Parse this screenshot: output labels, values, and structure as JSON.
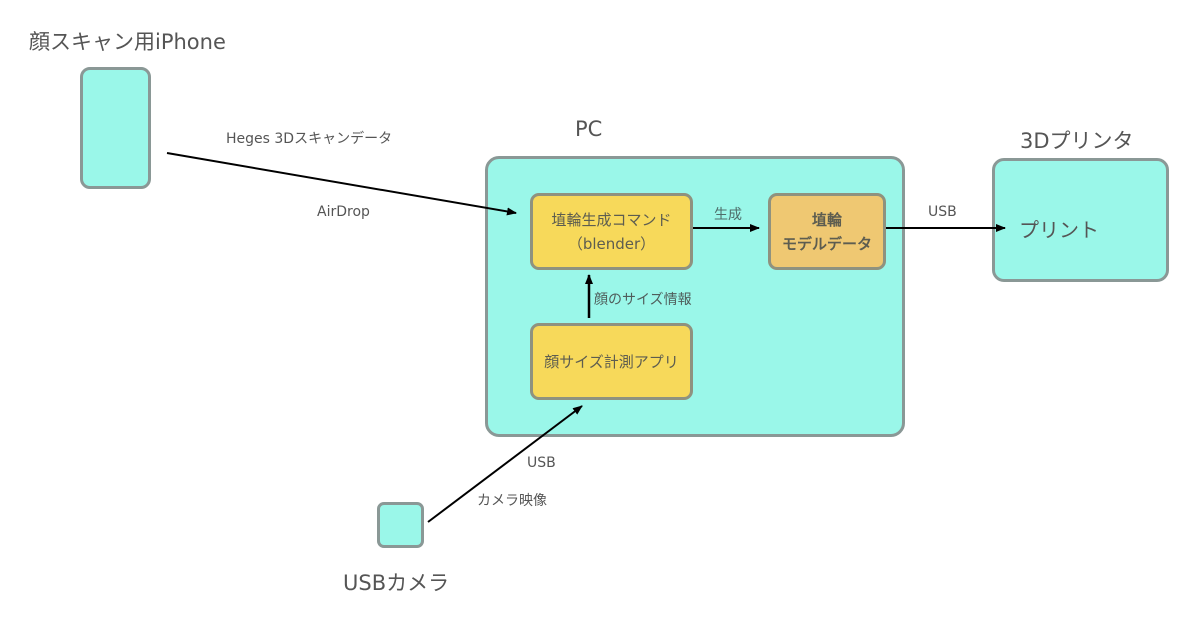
{
  "nodes": {
    "iphone": {
      "title": "顔スキャン用iPhone"
    },
    "pc": {
      "title": "PC"
    },
    "printer": {
      "title": "3Dプリンタ",
      "inner_label": "プリント"
    },
    "usb_camera": {
      "title": "USBカメラ"
    },
    "haniwa_command": {
      "line1": "埴輪生成コマンド",
      "line2": "（blender）"
    },
    "haniwa_model": {
      "line1": "埴輪",
      "line2": "モデルデータ"
    },
    "face_app": {
      "label": "顔サイズ計測アプリ"
    }
  },
  "edges": {
    "iphone_to_command": {
      "label_top": "Heges 3Dスキャンデータ",
      "label_bottom": "AirDrop"
    },
    "command_to_model": {
      "label": "生成"
    },
    "model_to_printer": {
      "label": "USB"
    },
    "app_to_command": {
      "label": "顔のサイズ情報"
    },
    "camera_to_app": {
      "label_top": "USB",
      "label_bottom": "カメラ映像"
    }
  },
  "colors": {
    "device": "#9af7e9",
    "process": "#f7d95a",
    "data": "#efc872",
    "border": "#8a9896"
  }
}
